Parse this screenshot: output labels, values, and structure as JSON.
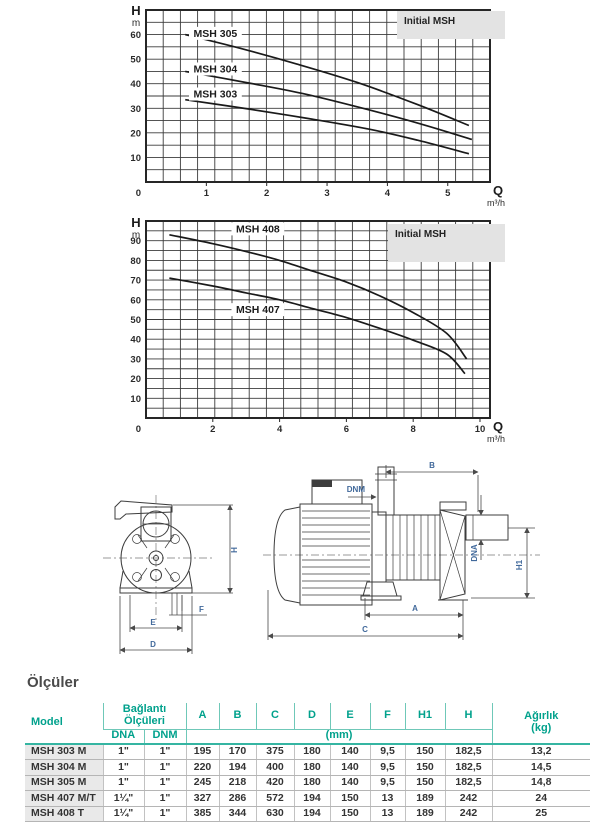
{
  "colors": {
    "teal_text": "#00a18c",
    "teal_border": "#6fc8b8",
    "teal_thick": "#35b5a2",
    "model_column_bg": "#e9e9e9",
    "gray_box": "#e3e3e3",
    "chart_line": "#1a1a1a",
    "dim_label_blue": "#41699b"
  },
  "chart_data": [
    {
      "type": "line",
      "title_box": "Initial MSH",
      "ylabel": "H",
      "y_unit": "m",
      "xlabel": "Q",
      "x_unit": "m³/h",
      "xlim": [
        0,
        5.7
      ],
      "ylim": [
        0,
        70
      ],
      "grid": true,
      "grid_step_y": 5,
      "x_ticks": [
        0,
        1,
        2,
        3,
        4,
        5
      ],
      "y_ticks": [
        10,
        20,
        30,
        40,
        50,
        60
      ],
      "series": [
        {
          "name": "MSH 305",
          "x": [
            0.65,
            1.5,
            2.5,
            3.5,
            4.5,
            5.35
          ],
          "y": [
            60,
            54.8,
            48,
            40.5,
            31.5,
            23
          ],
          "label_pos": [
            1.15,
            60.5
          ]
        },
        {
          "name": "MSH 304",
          "x": [
            0.65,
            1.7,
            2.6,
            3.5,
            4.5,
            5.4
          ],
          "y": [
            45,
            40.3,
            36,
            30.6,
            24,
            17.3
          ],
          "label_pos": [
            1.15,
            46
          ]
        },
        {
          "name": "MSH 303",
          "x": [
            0.65,
            1.7,
            2.7,
            3.7,
            4.5,
            5.35
          ],
          "y": [
            33.5,
            29.7,
            25.8,
            21.5,
            17,
            11.5
          ],
          "label_pos": [
            1.15,
            35.8
          ]
        }
      ]
    },
    {
      "type": "line",
      "title_box": "Initial MSH",
      "ylabel": "H",
      "y_unit": "m",
      "xlabel": "Q",
      "x_unit": "m³/h",
      "xlim": [
        0,
        10.3
      ],
      "ylim": [
        0,
        100
      ],
      "grid": true,
      "grid_step_y": 5,
      "x_ticks": [
        0,
        2,
        4,
        6,
        8,
        10
      ],
      "y_ticks": [
        10,
        20,
        30,
        40,
        50,
        60,
        70,
        80,
        90
      ],
      "series": [
        {
          "name": "MSH 408",
          "x": [
            0.7,
            2,
            3,
            4,
            5,
            6,
            7,
            8,
            9,
            9.6
          ],
          "y": [
            93,
            88.5,
            84.5,
            80,
            74.5,
            69,
            62,
            53.5,
            43,
            30
          ],
          "label_pos": [
            3.35,
            96
          ]
        },
        {
          "name": "MSH 407",
          "x": [
            0.7,
            2,
            3,
            4,
            5,
            6,
            7,
            8,
            9,
            9.55
          ],
          "y": [
            71,
            67,
            63.5,
            60,
            55.5,
            51,
            45.5,
            39.5,
            32.5,
            22.5
          ],
          "label_pos": [
            3.35,
            55
          ]
        }
      ]
    }
  ],
  "drawings": {
    "front": {
      "dim_h": "H",
      "dim_f": "F",
      "dim_e": "E",
      "dim_d": "D"
    },
    "side": {
      "dim_b": "B",
      "dim_dnm": "DNM",
      "dim_dna": "DNA",
      "dim_h1": "H1",
      "dim_a": "A",
      "dim_c": "C"
    }
  },
  "table": {
    "title": "Ölçüler",
    "col_model": "Model",
    "col_connection": "Bağlantı Ölçüleri",
    "col_dna": "DNA",
    "col_dnm": "DNM",
    "dim_cols": [
      "A",
      "B",
      "C",
      "D",
      "E",
      "F",
      "H1",
      "H"
    ],
    "dim_unit": "(mm)",
    "col_weight": "Ağırlık",
    "col_weight_unit": "(kg)",
    "rows": [
      {
        "model": "MSH 303 M",
        "dna": "1\"",
        "dnm": "1\"",
        "dims": [
          "195",
          "170",
          "375",
          "180",
          "140",
          "9,5",
          "150",
          "182,5"
        ],
        "weight": "13,2"
      },
      {
        "model": "MSH 304 M",
        "dna": "1\"",
        "dnm": "1\"",
        "dims": [
          "220",
          "194",
          "400",
          "180",
          "140",
          "9,5",
          "150",
          "182,5"
        ],
        "weight": "14,5"
      },
      {
        "model": "MSH 305 M",
        "dna": "1\"",
        "dnm": "1\"",
        "dims": [
          "245",
          "218",
          "420",
          "180",
          "140",
          "9,5",
          "150",
          "182,5"
        ],
        "weight": "14,8"
      },
      {
        "model": "MSH 407 M/T",
        "dna": "1¼\"",
        "dnm": "1\"",
        "dims": [
          "327",
          "286",
          "572",
          "194",
          "150",
          "13",
          "189",
          "242"
        ],
        "weight": "24"
      },
      {
        "model": "MSH 408 T",
        "dna": "1¼\"",
        "dnm": "1\"",
        "dims": [
          "385",
          "344",
          "630",
          "194",
          "150",
          "13",
          "189",
          "242"
        ],
        "weight": "25"
      }
    ]
  }
}
